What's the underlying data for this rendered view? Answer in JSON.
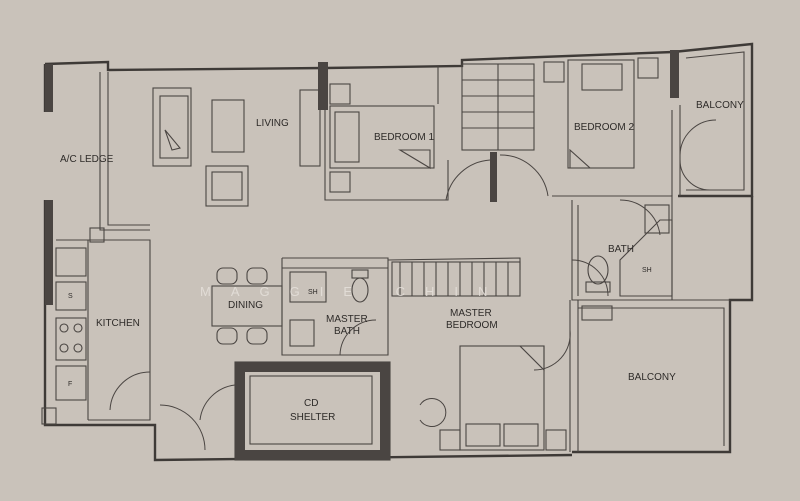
{
  "rooms": {
    "living": "LIVING",
    "bedroom1": "BEDROOM 1",
    "bedroom2": "BEDROOM 2",
    "balcony_top": "BALCONY",
    "ac_ledge": "A/C LEDGE",
    "bath": "BATH",
    "dining": "DINING",
    "kitchen": "KITCHEN",
    "master_bath_line1": "MASTER",
    "master_bath_line2": "BATH",
    "master_bedroom_line1": "MASTER",
    "master_bedroom_line2": "BEDROOM",
    "balcony_bottom": "BALCONY",
    "cd_shelter_line1": "CD",
    "cd_shelter_line2": "SHELTER"
  },
  "fixtures": {
    "shower_master": "SH",
    "shower_bath": "SH",
    "appliance_s": "S",
    "appliance_f": "F"
  },
  "watermark": "MAGGIE CHIN"
}
